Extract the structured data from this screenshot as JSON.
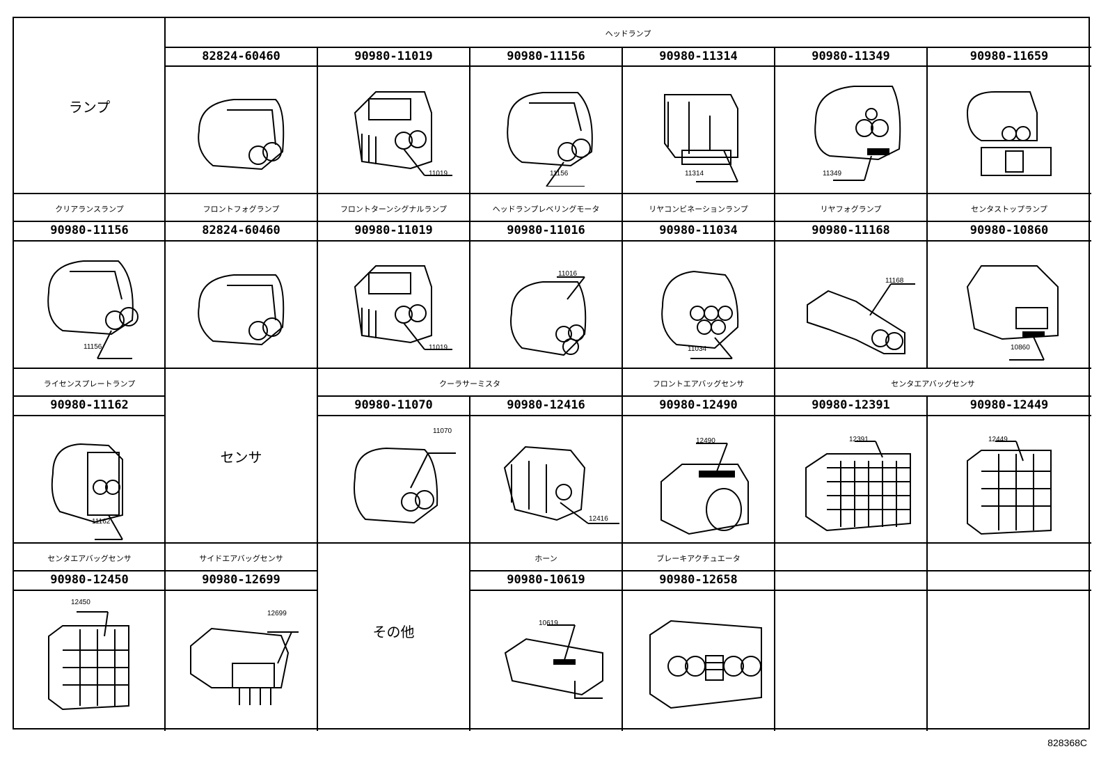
{
  "row_labels": {
    "lamp": "ランプ",
    "sensor": "センサ",
    "other": "その他"
  },
  "categories": {
    "headlamp": "ヘッドランプ",
    "clearance": "クリアランスランプ",
    "front_fog": "フロントフォグランプ",
    "front_turn": "フロントターンシグナルランプ",
    "leveling": "ヘッドランプレベリングモータ",
    "rear_combo": "リヤコンビネーションランプ",
    "rear_fog": "リヤフォグランプ",
    "center_stop": "センタストップランプ",
    "license": "ライセンスプレートランプ",
    "cooler": "クーラサーミスタ",
    "front_airbag": "フロントエアバッグセンサ",
    "center_airbag": "センタエアバッグセンサ",
    "center_airbag2": "センタエアバッグセンサ",
    "side_airbag": "サイドエアバッグセンサ",
    "horn": "ホーン",
    "brake": "ブレーキアクチュエータ"
  },
  "parts": [
    {
      "pn": "82824-60460",
      "callout": ""
    },
    {
      "pn": "90980-11019",
      "callout": "11019"
    },
    {
      "pn": "90980-11156",
      "callout": "11156"
    },
    {
      "pn": "90980-11314",
      "callout": "11314"
    },
    {
      "pn": "90980-11349",
      "callout": "11349"
    },
    {
      "pn": "90980-11659",
      "callout": ""
    },
    {
      "pn": "90980-11156",
      "callout": "11156"
    },
    {
      "pn": "82824-60460",
      "callout": ""
    },
    {
      "pn": "90980-11019",
      "callout": "11019"
    },
    {
      "pn": "90980-11016",
      "callout": "11016"
    },
    {
      "pn": "90980-11034",
      "callout": "11034"
    },
    {
      "pn": "90980-11168",
      "callout": "11168"
    },
    {
      "pn": "90980-10860",
      "callout": "10860"
    },
    {
      "pn": "90980-11162",
      "callout": "11162"
    },
    {
      "pn": "90980-11070",
      "callout": "11070"
    },
    {
      "pn": "90980-12416",
      "callout": "12416"
    },
    {
      "pn": "90980-12490",
      "callout": "12490"
    },
    {
      "pn": "90980-12391",
      "callout": "12391"
    },
    {
      "pn": "90980-12449",
      "callout": "12449"
    },
    {
      "pn": "90980-12450",
      "callout": "12450"
    },
    {
      "pn": "90980-12699",
      "callout": "12699"
    },
    {
      "pn": "90980-10619",
      "callout": "10619"
    },
    {
      "pn": "90980-12658",
      "callout": ""
    }
  ],
  "diagram_code": "828368C"
}
